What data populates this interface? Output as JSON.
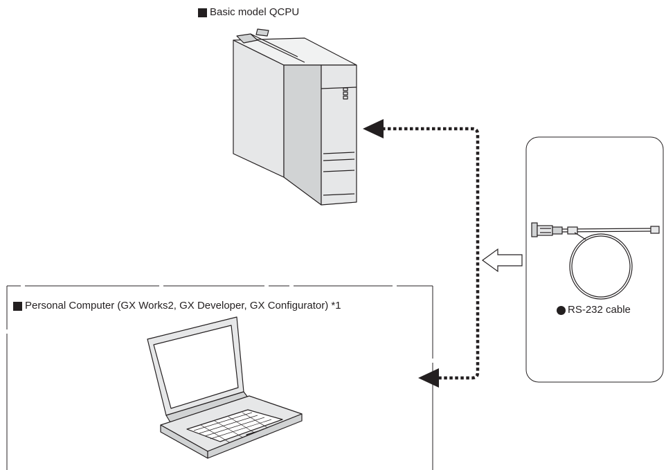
{
  "plc": {
    "title": "Basic model QCPU",
    "title_marker": "black-square"
  },
  "computer": {
    "title": "Personal Computer (GX Works2, GX Developer, GX Configurator) *1",
    "title_marker": "black-square"
  },
  "cable": {
    "label": "RS-232 cable",
    "label_marker": "black-circle"
  },
  "colors": {
    "line": "#231f20",
    "fill_light": "#e6e7e8",
    "fill_mid": "#d1d3d4"
  }
}
